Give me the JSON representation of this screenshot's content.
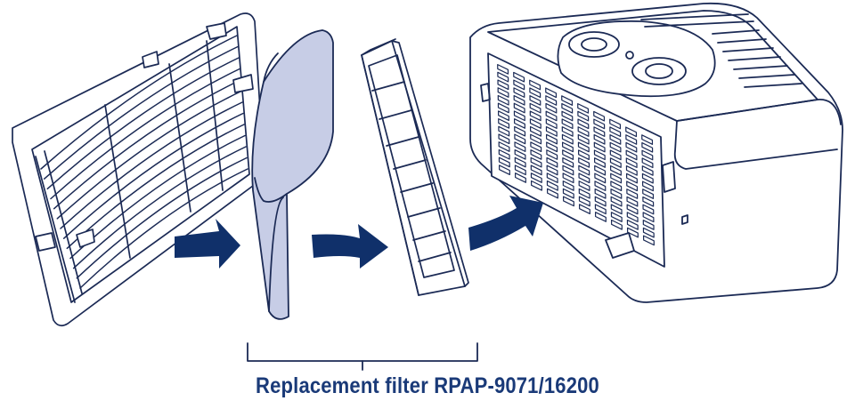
{
  "caption": "Replacement filter RPAP-9071/16200",
  "colors": {
    "outline": "#1b2a55",
    "arrow": "#10306a",
    "prefilter_fill": "#c7cde6",
    "caption": "#1a3a78",
    "background": "#ffffff"
  },
  "components": [
    {
      "id": "front-grille",
      "icon": "grille-cover-illustration"
    },
    {
      "id": "pre-filter",
      "icon": "carbon-prefilter-sheet-illustration"
    },
    {
      "id": "hepa-filter",
      "icon": "pleated-hepa-filter-illustration"
    },
    {
      "id": "air-purifier",
      "icon": "air-purifier-unit-illustration"
    }
  ],
  "steps": [
    {
      "id": "arrow-1",
      "icon": "right-arrow-icon"
    },
    {
      "id": "arrow-2",
      "icon": "right-arrow-icon"
    },
    {
      "id": "arrow-3",
      "icon": "right-arrow-icon"
    }
  ],
  "bracket": {
    "icon": "bracket-icon",
    "groups": [
      "pre-filter",
      "hepa-filter"
    ]
  }
}
